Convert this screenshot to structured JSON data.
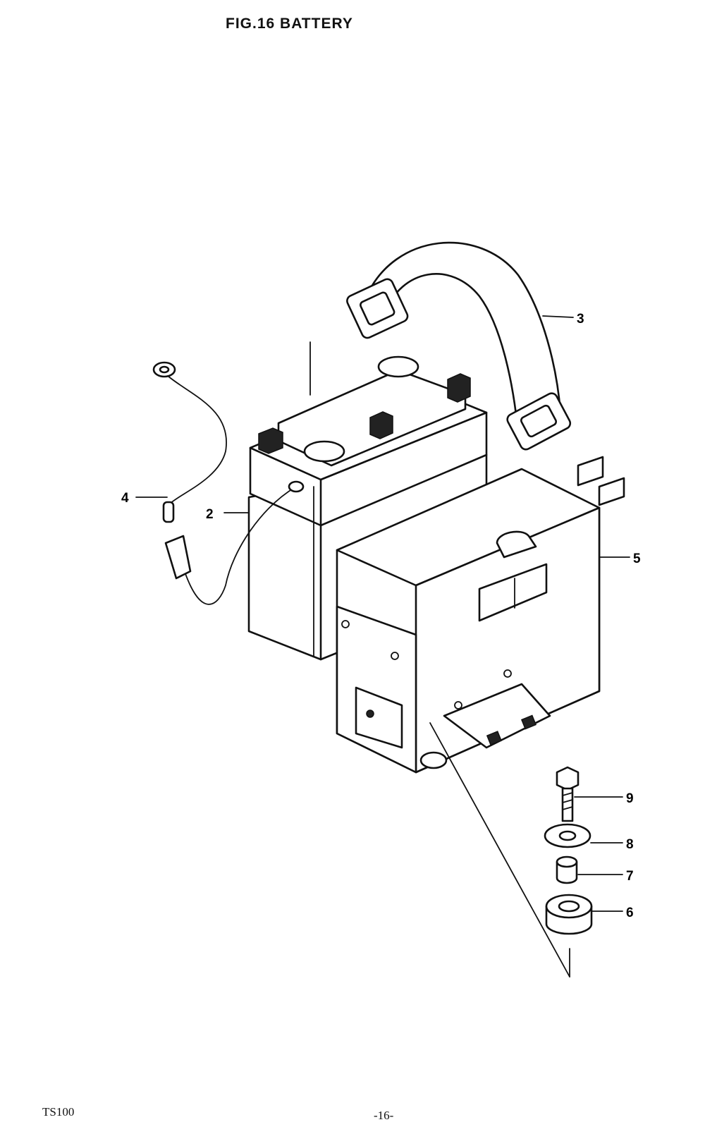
{
  "header": {
    "title": "FIG.16  BATTERY"
  },
  "footer": {
    "model": "TS100",
    "page": "-16-"
  },
  "parts": [
    {
      "number": "2"
    },
    {
      "number": "3"
    },
    {
      "number": "4"
    },
    {
      "number": "5"
    },
    {
      "number": "6"
    },
    {
      "number": "7"
    },
    {
      "number": "8"
    },
    {
      "number": "9"
    }
  ]
}
